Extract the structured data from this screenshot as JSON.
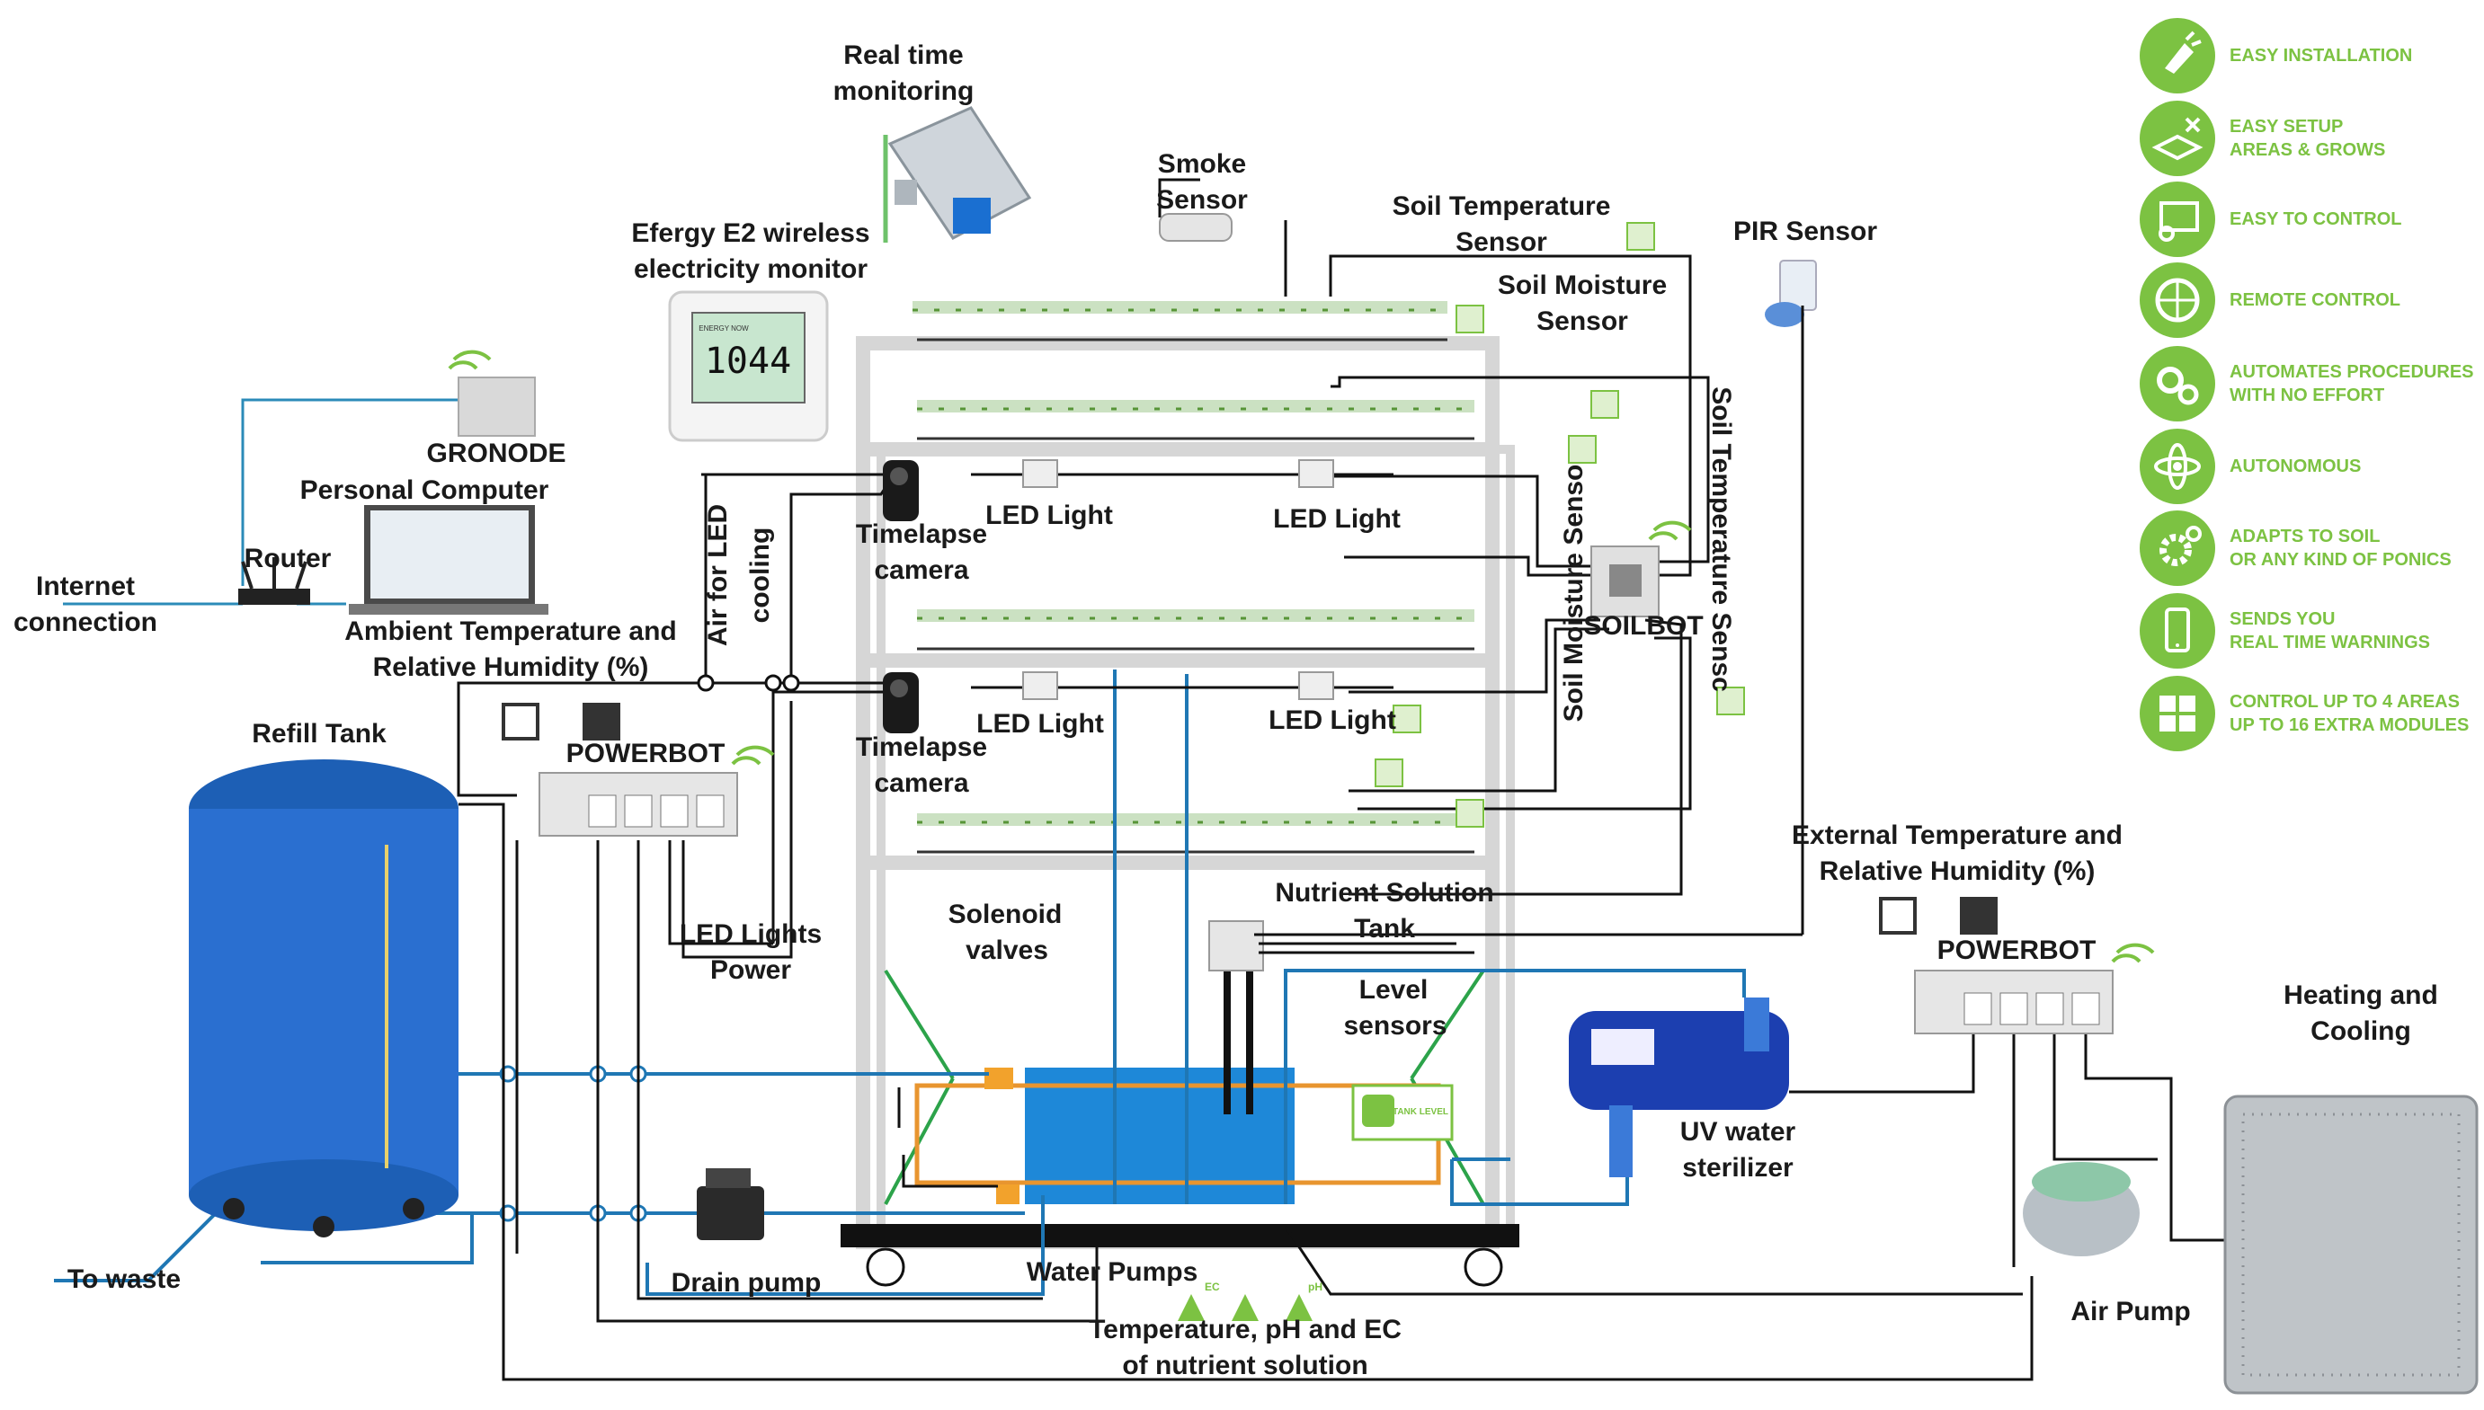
{
  "labels": {
    "realtime": [
      "Real time",
      "monitoring"
    ],
    "smoke": [
      "Smoke",
      "Sensor"
    ],
    "efergy": [
      "Efergy E2 wireless",
      "electricity monitor"
    ],
    "meter_value": "1044",
    "meter_small": "ENERGY NOW",
    "soil_temp_top": [
      "Soil Temperature",
      "Sensor"
    ],
    "soil_moist_top": [
      "Soil Moisture",
      "Sensor"
    ],
    "pir": "PIR Sensor",
    "gronode": "GRONODE",
    "pc": "Personal Computer",
    "router": "Router",
    "internet": [
      "Internet",
      "connection"
    ],
    "air_led": [
      "Air for LED",
      "cooling"
    ],
    "timelapse_1": [
      "Timelapse",
      "camera"
    ],
    "timelapse_2": [
      "Timelapse",
      "camera"
    ],
    "led_1": "LED Light",
    "led_2": "LED Light",
    "led_3": "LED Light",
    "led_4": "LED Light",
    "soil_moist_vert": "Soil Moisture Senso",
    "soilbot": "SOILBOT",
    "soil_temp_vert": "Soil Temperature Sensc",
    "ambient": [
      "Ambient Temperature and",
      "Relative Humidity (%)"
    ],
    "refill": "Refill Tank",
    "powerbot_1": "POWERBOT",
    "powerbot_2": "POWERBOT",
    "led_power": [
      "LED Lights",
      "Power"
    ],
    "solenoid": [
      "Solenoid",
      "valves"
    ],
    "nutrient": [
      "Nutrient Solution",
      "Tank"
    ],
    "level": [
      "Level",
      "sensors"
    ],
    "tank_level": "TANK LEVEL",
    "external": [
      "External Temperature and",
      "Relative Humidity (%)"
    ],
    "heating": [
      "Heating and",
      "Cooling"
    ],
    "uv": [
      "UV water",
      "sterilizer"
    ],
    "air_pump": "Air Pump",
    "drain": "Drain pump",
    "to_waste": "To waste",
    "water_pumps": "Water  Pumps",
    "temp_ph": [
      "Temperature, pH and EC",
      "of nutrient solution"
    ],
    "ph_small": "pH",
    "ec_small": "EC"
  },
  "features": [
    {
      "icon": "installation-icon",
      "lines": [
        "EASY INSTALLATION"
      ]
    },
    {
      "icon": "setup-icon",
      "lines": [
        "EASY SETUP",
        "AREAS & GROWS"
      ]
    },
    {
      "icon": "control-panel-icon",
      "lines": [
        "EASY TO CONTROL"
      ]
    },
    {
      "icon": "globe-icon",
      "lines": [
        "REMOTE CONTROL"
      ]
    },
    {
      "icon": "gears-icon",
      "lines": [
        "AUTOMATES PROCEDURES",
        "WITH NO EFFORT"
      ]
    },
    {
      "icon": "atom-icon",
      "lines": [
        "AUTONOMOUS"
      ]
    },
    {
      "icon": "gear-icon",
      "lines": [
        "ADAPTS TO SOIL",
        "OR ANY KIND OF PONICS"
      ]
    },
    {
      "icon": "phone-icon",
      "lines": [
        "SENDS YOU",
        "REAL TIME WARNINGS"
      ]
    },
    {
      "icon": "puzzle-icon",
      "lines": [
        "CONTROL UP TO 4 AREAS",
        "UP TO 16 EXTRA MODULES"
      ]
    }
  ],
  "colors": {
    "accent_green": "#7cc242",
    "pipe_blue": "#1f77b4",
    "wire_black": "#111111",
    "tank_blue": "#1e88d8",
    "rack_grey": "#d9d9d9",
    "orange_frame": "#e8952f",
    "green_support": "#2ca34a"
  }
}
